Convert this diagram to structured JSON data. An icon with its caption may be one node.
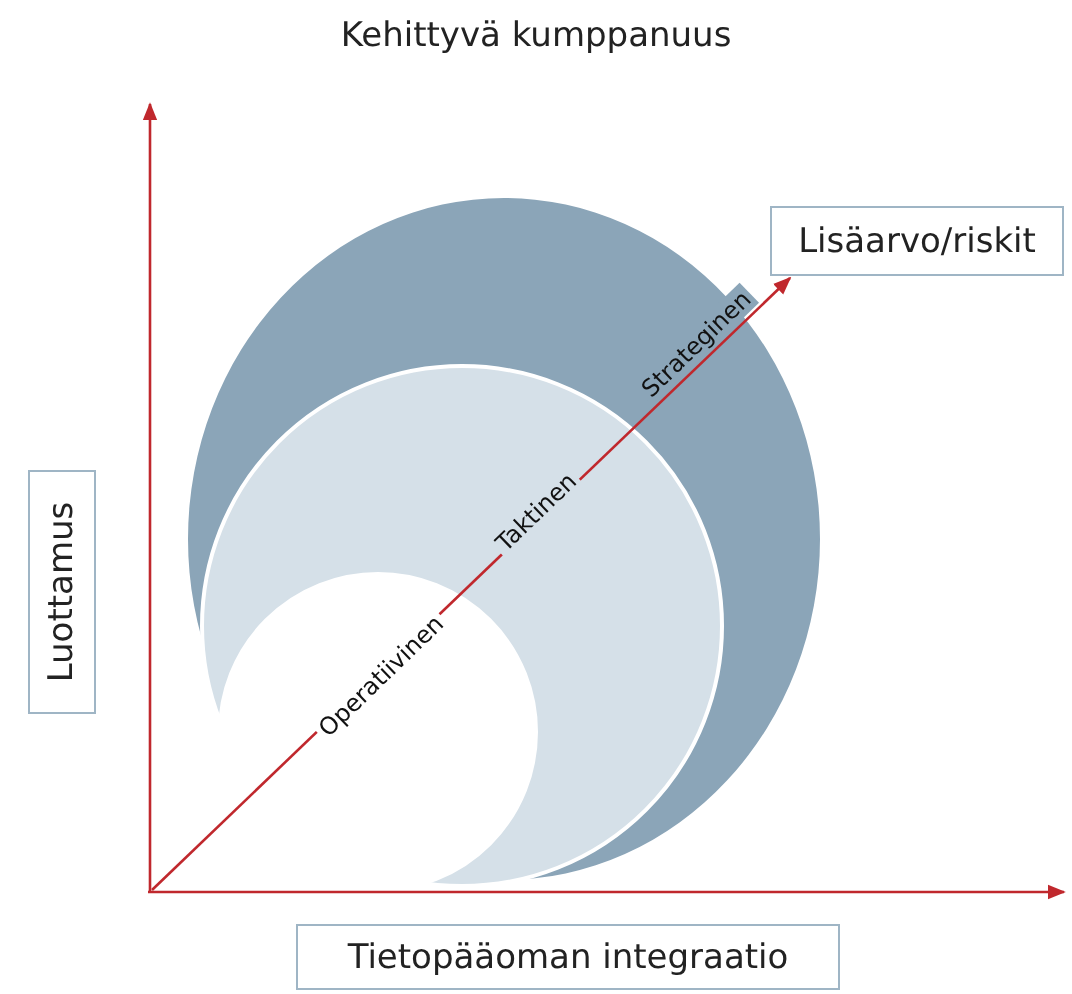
{
  "diagram": {
    "title": "Kehittyvä kumppanuus",
    "nodes": [
      {
        "text": [
          "Strateginen"
        ]
      },
      {
        "text": [
          "Taktinen"
        ],
        "in": 0
      },
      {
        "text": [
          "Operatiivinen"
        ],
        "in": 1
      },
      {
        "text": [
          "Lisäarvo/riskit"
        ]
      },
      {
        "text": [
          "Luottamus"
        ]
      },
      {
        "text": [
          "Tietopääoman integraatio"
        ]
      }
    ],
    "edges": [
      {
        "from": null,
        "to": 3,
        "arrow": "to"
      }
    ]
  }
}
